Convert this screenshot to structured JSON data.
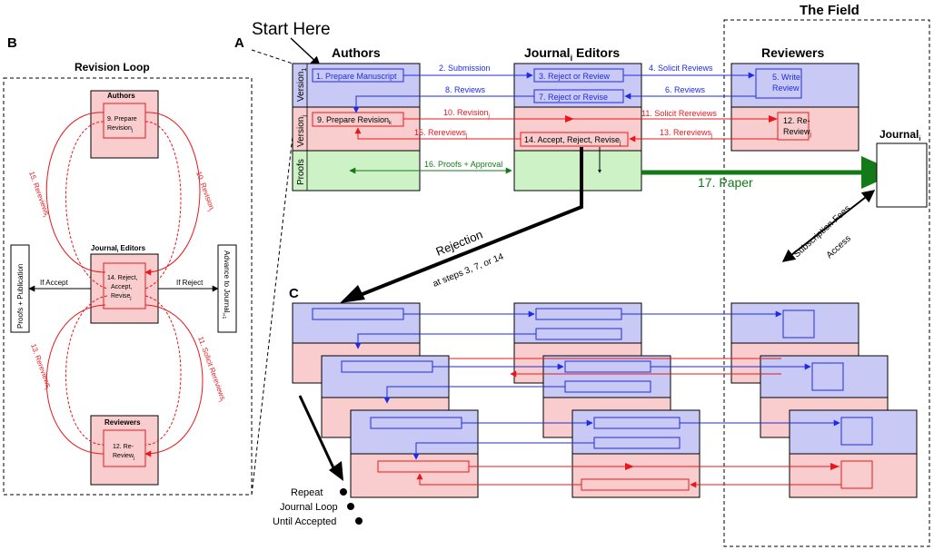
{
  "start_here": "Start Here",
  "field_title": "The Field",
  "panel_labels": {
    "a": "A",
    "b": "B",
    "c": "C"
  },
  "panel_a": {
    "col_authors": "Authors",
    "col_editors": "Journal",
    "col_editors_sub": "i",
    "col_editors_suffix": " Editors",
    "col_reviewers": "Reviewers",
    "row_version1": "Version",
    "row_version1_sub": "1",
    "row_versionj": "Version",
    "row_versionj_sub": "j",
    "row_proofs": "Proofs",
    "journal_box": "Journal",
    "journal_box_sub": "i",
    "steps": {
      "s1": "1. Prepare Manuscript",
      "s2": "2. Submission",
      "s3": "3. Reject or Review",
      "s4": "4. Solicit Reviews",
      "s5a": "5. Write",
      "s5b": "Review",
      "s6": "6. Reviews",
      "s7": "7. Reject or Revise",
      "s8": "8. Reviews",
      "s9": "9. Prepare Revision",
      "s9_sub": "k",
      "s10": "10. Revision",
      "s10_sub": "j",
      "s11": "11. Solicit Rereviews",
      "s11_sub": "",
      "s12a": "12. Re-",
      "s12b": "Review",
      "s12_sub": "j",
      "s13": "13. Rereviews",
      "s13_sub": "j",
      "s14": "14. Accept, Reject, Revise",
      "s14_sub": "j",
      "s15": "15. Rereviews",
      "s15_sub": "j",
      "s16": "16. Proofs + Approval",
      "s17": "17. Paper"
    },
    "subscription_fees": "Subscription Fees",
    "access": "Access",
    "rejection": "Rejection",
    "rejection_steps": "at steps 3, 7, or 14"
  },
  "panel_b": {
    "title": "Revision Loop",
    "authors": "Authors",
    "prep_a": "9. Prepare",
    "prep_b": "Revision",
    "prep_sub": "j",
    "editors": "Journal",
    "editors_sub": "i",
    "editors_suffix": " Editors",
    "dec_a": "14. Reject,",
    "dec_b": "Accept,",
    "dec_c": "Revise",
    "dec_sub": "j",
    "reviewers": "Reviewers",
    "rev_a": "12. Re-",
    "rev_b": "Review",
    "rev_sub": "j",
    "if_accept": "If Accept",
    "if_reject": "If Reject",
    "proofs_pub": "Proofs + Publication",
    "advance": "Advance to Journal",
    "advance_sub": "i+1",
    "loop_rereviews_top": "15. Rereviews",
    "loop_rereviews_top_sub": "j",
    "loop_revision": "10. Revision",
    "loop_revision_sub": "j",
    "loop_rereviews_bottom": "13. Rereviews",
    "loop_rereviews_bottom_sub": "j",
    "loop_solicit": "11. Solicit Rereviews",
    "loop_solicit_sub": "j"
  },
  "panel_c": {
    "repeat": "Repeat",
    "journal_loop": "Journal Loop",
    "until_accepted": "Until Accepted"
  },
  "colors": {
    "blue": "#1f2ae6",
    "red": "#e8171c",
    "green": "#137a17",
    "blue_fill": "#c9c9f5",
    "red_fill": "#f9cdcd",
    "green_fill": "#cdf2c6"
  }
}
